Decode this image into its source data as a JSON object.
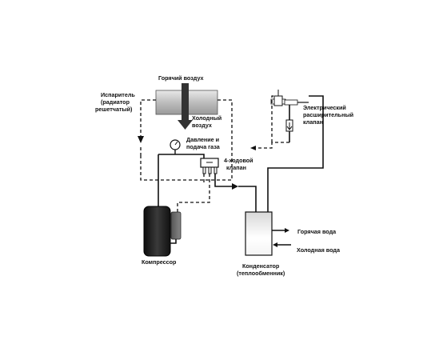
{
  "labels": {
    "hot_air": "Горячий воздух",
    "cold_air_1": "Холодный",
    "cold_air_2": "воздух",
    "evaporator_1": "Испаритель",
    "evaporator_2": "(радиатор",
    "evaporator_3": "решетчатый)",
    "pressure_1": "Давление и",
    "pressure_2": "подача газа",
    "valve4_1": "4-ходовой",
    "valve4_2": "клапан",
    "expansion_1": "Электрический",
    "expansion_2": "расширительный",
    "expansion_3": "клапан",
    "hot_water": "Горячая вода",
    "cold_water": "Холодная вода",
    "compressor": "Компрессор",
    "condenser_1": "Конденсатор",
    "condenser_2": "(теплообменник)"
  },
  "colors": {
    "line": "#111111",
    "evaporator_fill": "#cfcfcf",
    "compressor_fill": "#1a1a1a",
    "air_arrow": "#333333"
  }
}
